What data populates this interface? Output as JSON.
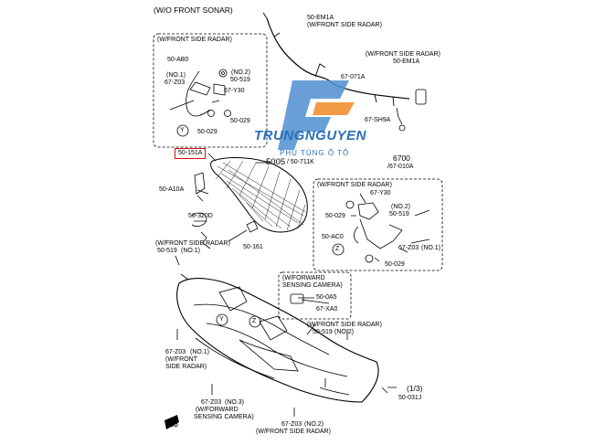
{
  "header": {
    "title": "(W/O FRONT SONAR)"
  },
  "labels": {
    "top_em1a_a": "50-EM1A",
    "top_em1a_b": "(W/FRONT SIDE RADAR)",
    "side_radar_box_title": "(W/FRONT SIDE RADAR)",
    "ab0": "50-AB0",
    "no1_a": "(NO.1)",
    "z03_a": "67-Z03",
    "no2_a": "(NO.2)",
    "s519_a": "50-519",
    "y30_a": "67-Y30",
    "s029_a1": "50-029",
    "s029_a2": "50-029",
    "y_marker": "Y",
    "r_em1a_a": "(W/FRONT SIDE RADAR)",
    "r_em1a_b": "50-EM1A",
    "s071a": "67-071A",
    "sh9a": "67-SH9A",
    "n6700": "6700",
    "n010a": "/67-010A",
    "s151a": "50-151A",
    "s5005": "5005",
    "s711k": "/ 50-711K",
    "a10a": "50-A10A",
    "s320d": "56-320D",
    "mid_radar_a": "(W/FRONT SIDE RADAR)",
    "mid_519_a": "50-519",
    "mid_no1": "(NO.1)",
    "s161": "50-161",
    "right_box_title": "(W/FRONT SIDE RADAR)",
    "y30_b": "67-Y30",
    "s029_b1": "50-029",
    "no2_b": "(NO.2)",
    "s519_b": "50-519",
    "ac0": "50-AC0",
    "z03_b": "67-Z03",
    "no1_b": "(NO.1)",
    "s029_b2": "50-029",
    "z_marker": "Z",
    "cam_a": "(W/FORWARD",
    "cam_b": "SENSING CAMERA)",
    "s0a5": "50-0A5",
    "xa0": "67-XA0",
    "y_marker_2": "Y",
    "z_marker_2": "Z",
    "bl_z03": "67-Z03",
    "bl_no1": "(NO.1)",
    "bl_w_a": "(W/FRONT",
    "bl_w_b": "SIDE RADAR)",
    "br_radar": "(W/FRONT SIDE RADAR)",
    "br_519": "50-519",
    "br_no2": "(NO.2)",
    "b_z03_3": "67-Z03",
    "b_no3": "(NO.3)",
    "b_fwd_a": "(W/FORWARD",
    "b_fwd_b": "SENSING CAMERA)",
    "b_z03_2": "67-Z03",
    "b_no2": "(NO.2)",
    "b_wfsr": "(W/FRONT SIDE RADAR)",
    "n13": "(1/3)",
    "s031j": "50-031J",
    "fwd": "FWD"
  },
  "watermark": {
    "brand": "TRUNGNGUYEN",
    "tagline": "PHỤ TÙNG Ô TÔ"
  },
  "colors": {
    "highlight": "#d01010",
    "watermark": "#2a6fb8",
    "watermark_accent": "#f08a24"
  }
}
